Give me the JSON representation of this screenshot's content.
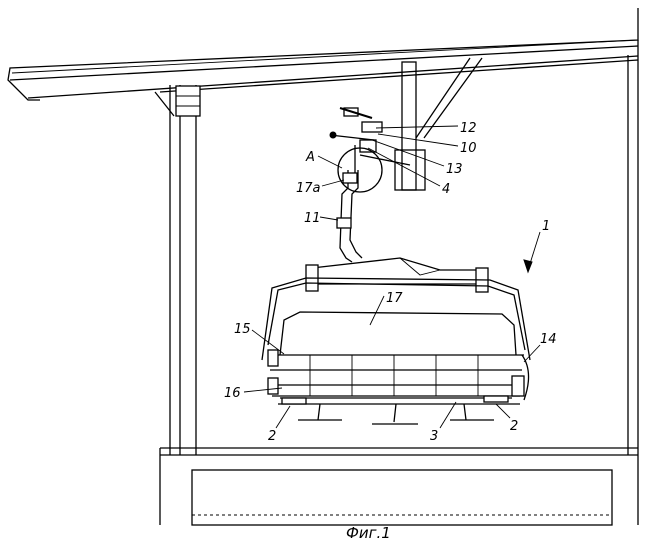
{
  "labels": {
    "l1": "1",
    "l2a": "2",
    "l2b": "2",
    "l3": "3",
    "l4": "4",
    "l10": "10",
    "l11": "11",
    "l12": "12",
    "l13": "13",
    "l14": "14",
    "l15": "15",
    "l16": "16",
    "l17": "17",
    "l17a": "17a",
    "lA": "A"
  },
  "caption": "Фиг.1"
}
